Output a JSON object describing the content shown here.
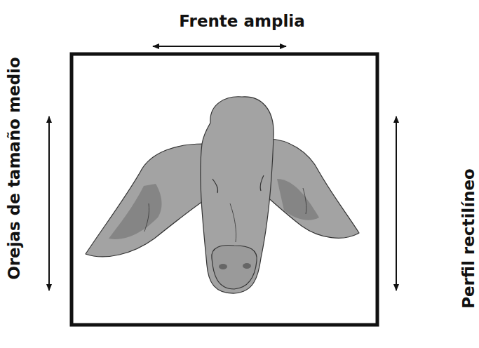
{
  "diagram": {
    "labels": [
      "Frente amplia",
      "Orejas de tamaño medio",
      "Perfil rectilíneo"
    ]
  }
}
